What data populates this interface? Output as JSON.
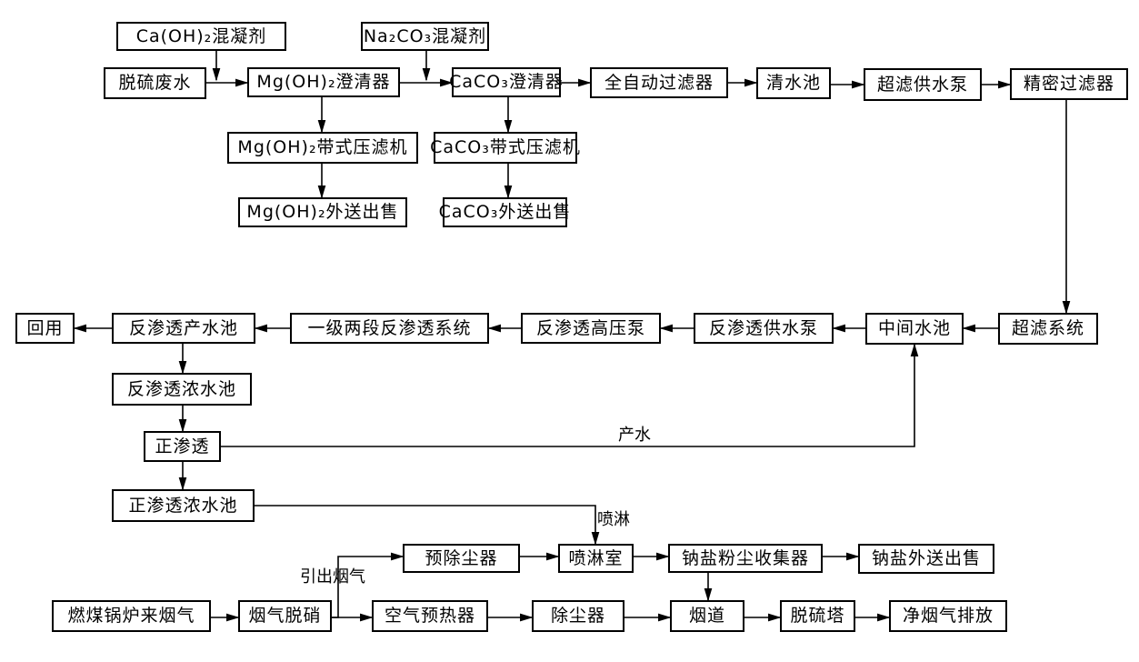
{
  "nodes": {
    "caoh_coag": "Ca(OH)₂混凝剂",
    "na2co3_coag": "Na₂CO₃混凝剂",
    "desulf_wastewater": "脱硫废水",
    "mgoh_clarifier": "Mg(OH)₂澄清器",
    "caco3_clarifier": "CaCO₃澄清器",
    "auto_filter": "全自动过滤器",
    "clear_pool": "清水池",
    "uf_feed_pump": "超滤供水泵",
    "precision_filter": "精密过滤器",
    "mgoh_belt_press": "Mg(OH)₂带式压滤机",
    "caco3_belt_press": "CaCO₃带式压滤机",
    "mgoh_sale": "Mg(OH)₂外送出售",
    "caco3_sale": "CaCO₃外送出售",
    "reuse": "回用",
    "ro_product_pool": "反渗透产水池",
    "ro_two_stage": "一级两段反渗透系统",
    "ro_hp_pump": "反渗透高压泵",
    "ro_feed_pump": "反渗透供水泵",
    "middle_pool": "中间水池",
    "uf_system": "超滤系统",
    "ro_conc_pool": "反渗透浓水池",
    "fo": "正渗透",
    "fo_conc_pool": "正渗透浓水池",
    "pre_dust": "预除尘器",
    "spray_room": "喷淋室",
    "na_salt_collector": "钠盐粉尘收集器",
    "na_salt_sale": "钠盐外送出售",
    "boiler_gas": "燃煤锅炉来烟气",
    "denitration": "烟气脱硝",
    "air_preheater": "空气预热器",
    "deduster": "除尘器",
    "flue": "烟道",
    "desulf_tower": "脱硫塔",
    "clean_gas": "净烟气排放"
  },
  "edge_labels": {
    "product_water": "产水",
    "spray": "喷淋",
    "extract_gas": "引出烟气"
  }
}
